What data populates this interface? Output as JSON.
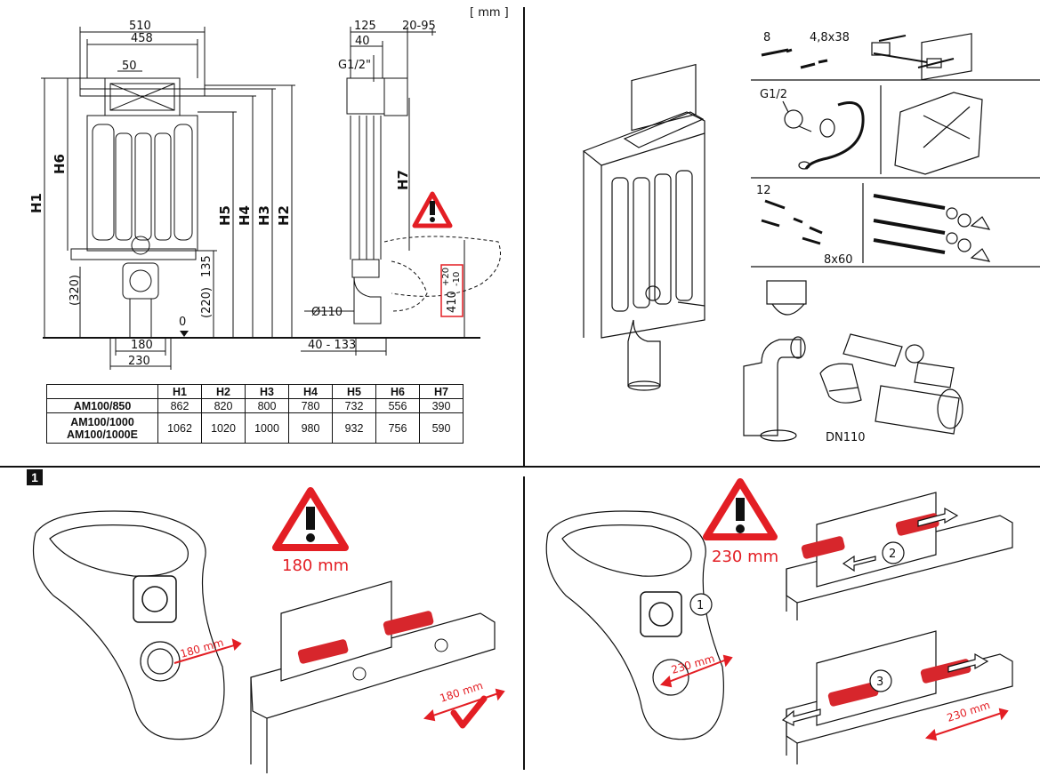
{
  "unit_label": "[ mm ]",
  "front_view": {
    "width_outer": "510",
    "width_inner": "458",
    "top_offset": "50",
    "h_labels": [
      "H1",
      "H6",
      "H5",
      "H4",
      "H3",
      "H2"
    ],
    "dim_320": "(320)",
    "dim_220": "(220)",
    "dim_135": "135",
    "zero": "0",
    "bottom_180": "180",
    "bottom_230": "230"
  },
  "side_view": {
    "dim_125": "125",
    "dim_20_95": "20-95",
    "dim_40": "40",
    "thread": "G1/2\"",
    "h7": "H7",
    "pipe": "Ø110",
    "range": "40 - 133",
    "height_410": "410",
    "tol_plus": "+20",
    "tol_minus": "-10"
  },
  "table": {
    "headers": [
      "",
      "H1",
      "H2",
      "H3",
      "H4",
      "H5",
      "H6",
      "H7"
    ],
    "rows": [
      {
        "model": "AM100/850",
        "values": [
          "862",
          "820",
          "800",
          "780",
          "732",
          "556",
          "390"
        ]
      },
      {
        "model": "AM100/1000\nAM100/1000E",
        "values": [
          "1062",
          "1020",
          "1000",
          "980",
          "932",
          "756",
          "590"
        ]
      }
    ]
  },
  "parts": {
    "screw_8": "8",
    "screw_48x38": "4,8x38",
    "g12": "G1/2",
    "screw_12": "12",
    "screw_8x60": "8x60",
    "dn110": "DN110"
  },
  "step": {
    "number": "1",
    "left_warning": "180 mm",
    "left_measure_bowl": "180 mm",
    "left_measure_frame": "180 mm",
    "right_warning": "230 mm",
    "right_measure_bowl": "230 mm",
    "right_measure_frame": "230 mm",
    "circle_1": "1",
    "circle_2": "2",
    "circle_3": "3"
  },
  "colors": {
    "accent": "#e31e24",
    "line": "#111111",
    "rod": "#d7262c"
  }
}
